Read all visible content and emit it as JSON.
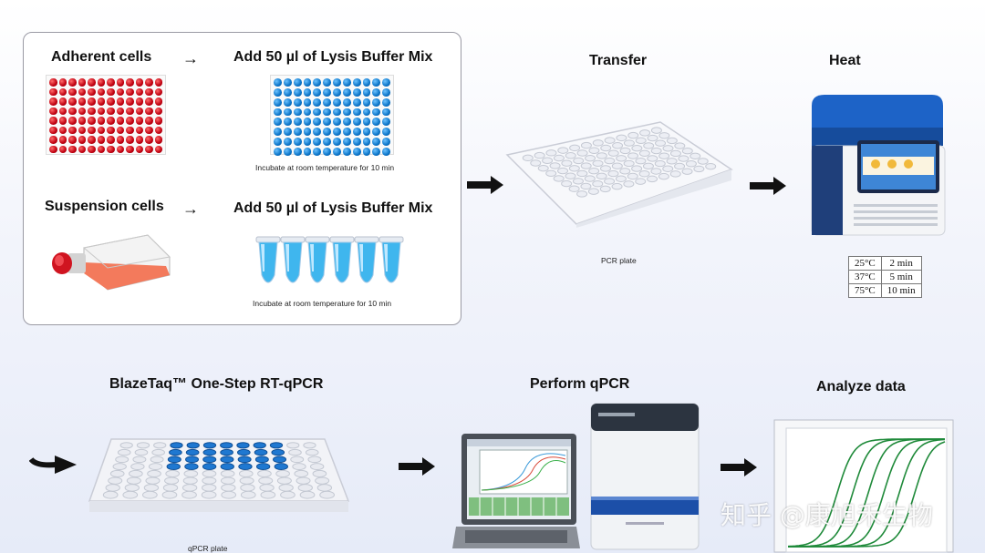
{
  "top": {
    "adherent_label": "Adherent cells",
    "add_buffer_1": "Add 50 µl of Lysis Buffer Mix",
    "incubate_1": "Incubate at room temperature for 10 min",
    "suspension_label": "Suspension cells",
    "add_buffer_2": "Add  50 µl of Lysis Buffer Mix",
    "incubate_2": "Incubate at room temperature for 10 min",
    "arrow_glyph": "→",
    "transfer_label": "Transfer",
    "pcr_plate_caption": "PCR plate",
    "heat_label": "Heat",
    "heat_program": [
      {
        "temp": "25°C",
        "time": "2 min"
      },
      {
        "temp": "37°C",
        "time": "5 min"
      },
      {
        "temp": "75°C",
        "time": "10 min"
      }
    ]
  },
  "bottom": {
    "blazetaq_label": "BlazeTaq™ One-Step RT-qPCR",
    "qpcr_plate_caption": "qPCR plate",
    "perform_label": "Perform qPCR",
    "analyze_label": "Analyze data"
  },
  "watermark": "知乎 @康旭禾生物",
  "colors": {
    "cells_red": "#c00010",
    "buffer_blue": "#0a74c8",
    "curve_green": "#1f8a3a",
    "instrument_blue": "#1c4fa8"
  }
}
